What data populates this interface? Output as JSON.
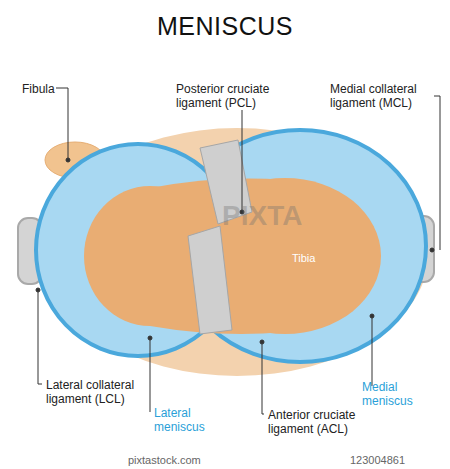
{
  "diagram": {
    "title": "MENISCUS",
    "labels": [
      "Fibula",
      "Posterior cruciate ligament (PCL)",
      "Medial collateral ligament (MCL)",
      "Tibia",
      "Lateral collateral ligament (LCL)",
      "Lateral meniscus",
      "Anterior cruciate ligament (ACL)",
      "Medial meniscus",
      "PIXTA",
      "pixtastock.com",
      "123004861"
    ]
  }
}
